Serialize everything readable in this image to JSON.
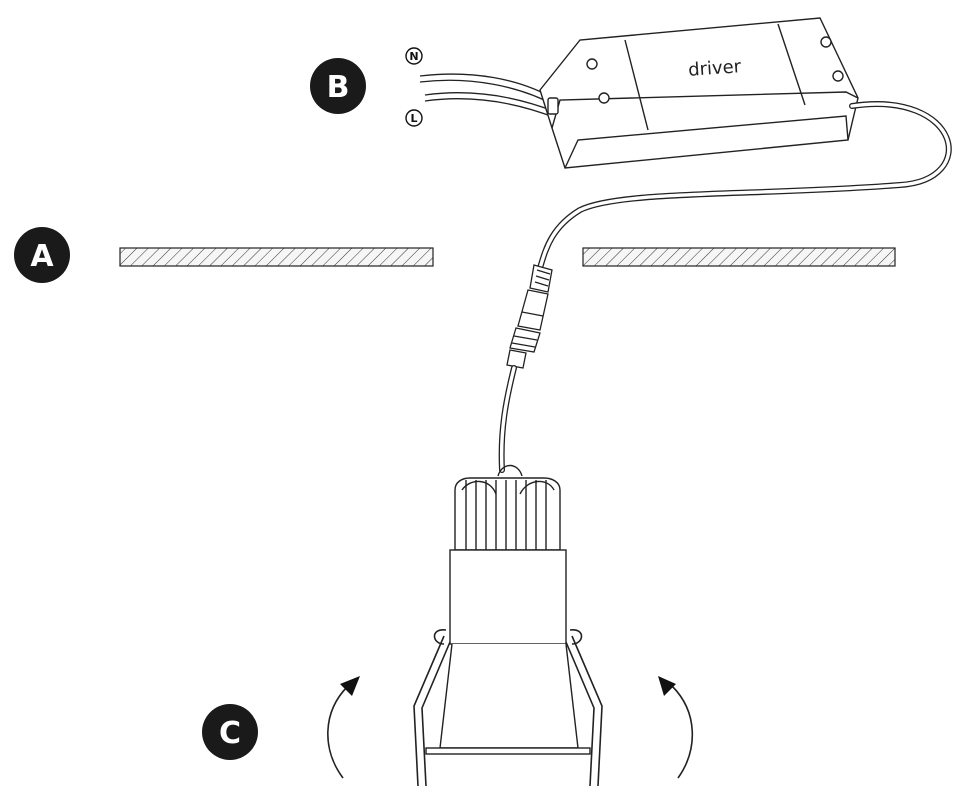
{
  "steps": {
    "a": "A",
    "b": "B",
    "c": "C"
  },
  "driver": {
    "label": "driver"
  },
  "wires": {
    "neutral": "N",
    "live": "L"
  },
  "colors": {
    "ink": "#1a1a1a",
    "badge": "#1a1a1a",
    "ceiling_fill": "#f4f4f4"
  }
}
